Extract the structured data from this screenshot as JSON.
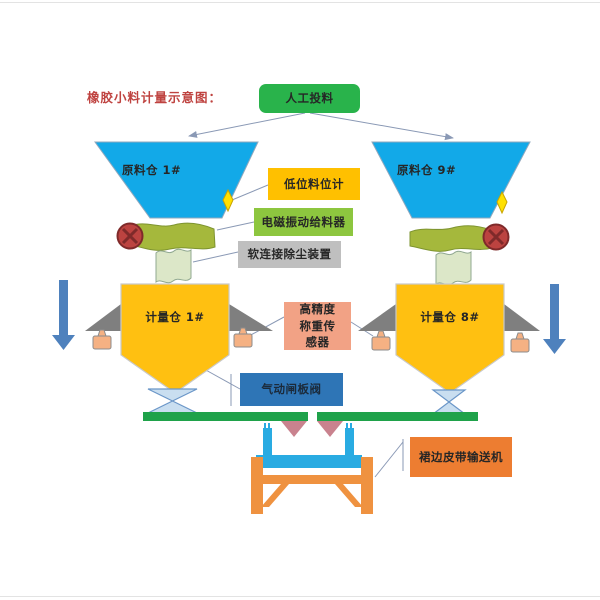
{
  "title": "橡胶小料计量示意图：",
  "flow": {
    "manual_feed": "人工投料",
    "raw_bin_1": "原料仓 1#",
    "raw_bin_9": "原料仓 9#",
    "weigh_bin_1": "计量仓 1#",
    "weigh_bin_8": "计量仓 8#"
  },
  "callouts": {
    "low_level_indicator": "低位料位计",
    "em_vibrating_feeder": "电磁振动给料器",
    "soft_conn_dust_removal": "软连接除尘装置",
    "precision_load_cell": "高精度称重传感器",
    "pneumatic_gate_valve": "气动闸板阀",
    "skirted_belt_conveyor": "裙边皮带输送机"
  },
  "icons": {
    "motor": "circle-with-x",
    "level_sensor": "yellow-diamond",
    "load_cell": "small-orange-block",
    "flow_arrow": "thin-gray-arrow",
    "drop_arrow": "thick-blue-down-arrow"
  },
  "colors": {
    "title_red": "#bf4340",
    "hopper_blue": "#12a9e8",
    "feed_green": "#29b34b",
    "weigh_orange": "#ffc011",
    "callout_yellow": "#ffc000",
    "callout_green": "#8dc63f",
    "callout_gray": "#bfbfbf",
    "callout_salmon": "#f2a285",
    "callout_blue": "#2e75b6",
    "callout_orange": "#ed7d31",
    "belt_green": "#1fa24a",
    "conveyor_blue": "#29abe2",
    "frame_orange": "#ef9240",
    "feeder_olive": "#a5b83c",
    "soft_conn_green": "#dce7c8",
    "motor_red": "#bc4340",
    "support_gray": "#7f7f7f",
    "valve_lightblue": "#c9def0",
    "arrow_blue": "#4e81bd",
    "discharge_pink": "#c9828e",
    "diamond_yellow": "#ffe000"
  }
}
